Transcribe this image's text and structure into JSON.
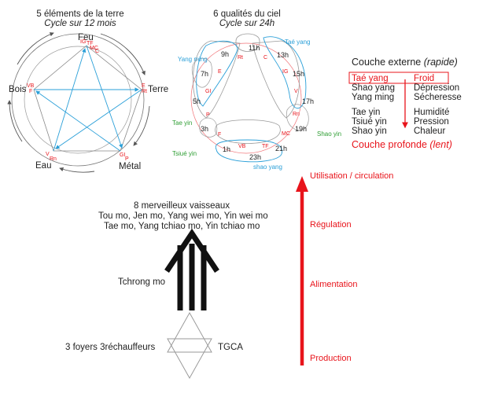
{
  "colors": {
    "red": "#e8141b",
    "blue": "#2a9fd8",
    "green": "#2f9e34",
    "grey": "#9a9a9a",
    "black": "#222222"
  },
  "earth": {
    "title": "5 éléments de la terre",
    "subtitle": "Cycle sur 12 mois",
    "elements": [
      "Feu",
      "Terre",
      "Métal",
      "Eau",
      "Bois"
    ],
    "organs": {
      "feu": [
        "IG",
        "TF",
        "MC",
        "C"
      ],
      "terre": [
        "E",
        "Rt"
      ],
      "metal": [
        "GI",
        "P"
      ],
      "eau": [
        "V",
        "Rn"
      ],
      "bois": [
        "VB",
        "F"
      ]
    }
  },
  "sky": {
    "title": "6 qualités du ciel",
    "subtitle": "Cycle sur 24h",
    "hours": [
      "11h",
      "13h",
      "15h",
      "17h",
      "19h",
      "21h",
      "23h",
      "1h",
      "3h",
      "5h",
      "7h",
      "9h"
    ],
    "organs": [
      "C",
      "IG",
      "V",
      "Rn",
      "MC",
      "TF",
      "VB",
      "F",
      "P",
      "GI",
      "E",
      "Rt"
    ],
    "qualities": [
      "Taé yang",
      "Yang ming",
      "Tae yin",
      "Shao yin",
      "Tsiué yin",
      "shao yang"
    ]
  },
  "layers": {
    "outer_label": "Couche externe",
    "outer_speed": "(rapide)",
    "inner_label": "Couche profonde",
    "inner_speed": "(lent)",
    "rows": [
      {
        "name": "Taé yang",
        "climate": "Froid"
      },
      {
        "name": "Shao yang",
        "climate": "Dépression"
      },
      {
        "name": "Yang ming",
        "climate": "Sécheresse"
      },
      {
        "name": "Tae yin",
        "climate": "Humidité"
      },
      {
        "name": "Tsiué yin",
        "climate": "Pression"
      },
      {
        "name": "Shao yin",
        "climate": "Chaleur"
      }
    ]
  },
  "vessels": {
    "title": "8 merveilleux vaisseaux",
    "line1": "Tou mo, Jen mo, Yang wei mo, Yin wei mo",
    "line2": "Tae mo, Yang tchiao mo, Yin tchiao mo"
  },
  "base": {
    "tchrong": "Tchrong mo",
    "foyers": "3 foyers 3réchauffeurs",
    "tgca": "TGCA"
  },
  "scale": [
    "Utilisation / circulation",
    "Régulation",
    "Alimentation",
    "Production"
  ]
}
